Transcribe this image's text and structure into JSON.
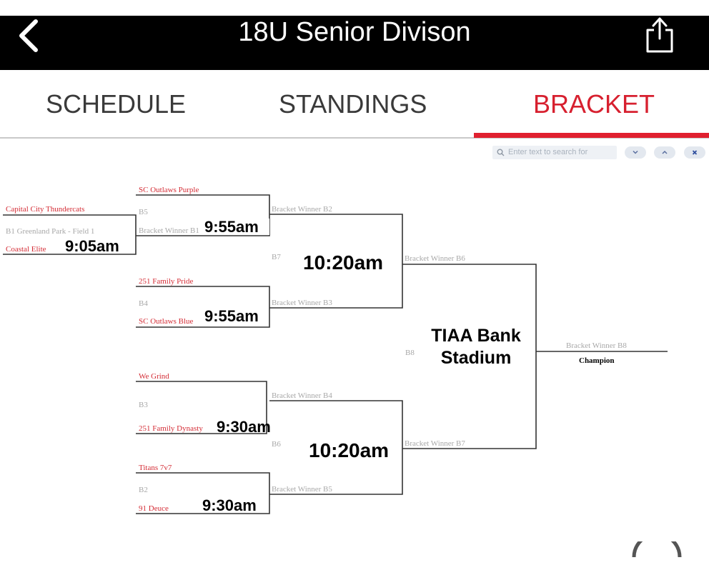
{
  "header": {
    "title": "18U Senior Divison",
    "back_icon": "chevron-left-icon",
    "share_icon": "share-icon"
  },
  "tabs": [
    {
      "label": "SCHEDULE",
      "active": false
    },
    {
      "label": "STANDINGS",
      "active": false
    },
    {
      "label": "BRACKET",
      "active": true
    }
  ],
  "accent_color": "#e0202f",
  "search": {
    "placeholder": "Enter text to search for"
  },
  "bracket": {
    "round1": {
      "b1": {
        "id": "B1 Greenland Park - Field 1",
        "team_top": "Capital City Thundercats",
        "team_bottom": "Coastal Elite",
        "time": "9:05am"
      }
    },
    "round2": {
      "b5": {
        "id": "B5",
        "team_top": "SC Outlaws Purple",
        "team_bottom": "Bracket Winner B1",
        "time": "9:55am"
      },
      "b4": {
        "id": "B4",
        "team_top": "251 Family Pride",
        "team_bottom": "SC Outlaws Blue",
        "time": "9:55am"
      },
      "b3": {
        "id": "B3",
        "team_top": "We Grind",
        "team_bottom": "251 Family Dynasty",
        "time": "9:30am"
      },
      "b2": {
        "id": "B2",
        "team_top": "Titans 7v7",
        "team_bottom": "91 Deuce",
        "time": "9:30am"
      }
    },
    "round3": {
      "b7": {
        "id": "B7",
        "team_top": "Bracket Winner B2",
        "team_bottom": "Bracket Winner B3",
        "time": "10:20am"
      },
      "b6": {
        "id": "B6",
        "team_top": "Bracket Winner B4",
        "team_bottom": "Bracket Winner B5",
        "time": "10:20am"
      }
    },
    "final": {
      "b8": {
        "id": "B8",
        "team_top": "Bracket Winner B6",
        "team_bottom": "Bracket Winner B7",
        "venue_line1": "TIAA Bank",
        "venue_line2": "Stadium"
      },
      "winner": "Bracket Winner B8",
      "champion_label": "Champion"
    }
  }
}
